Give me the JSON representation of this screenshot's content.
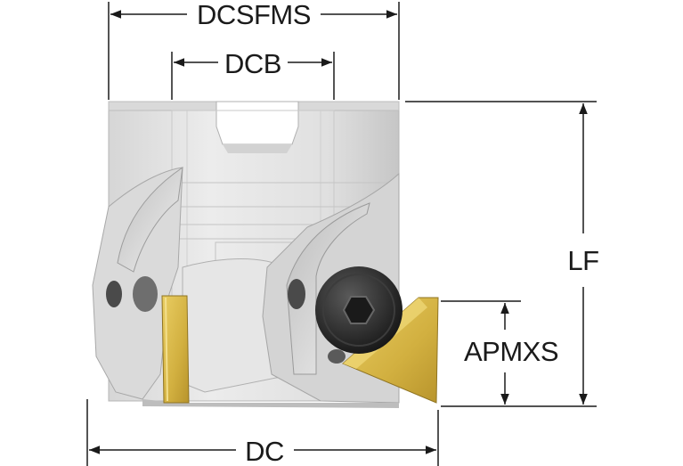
{
  "diagram": {
    "dimensions": {
      "cutting_diameter": "DC",
      "bore_diameter": "DCB",
      "face_mount_diameter": "DCSFMS",
      "functional_length": "LF",
      "max_depth_of_cut": "APMXS"
    },
    "colors": {
      "body_light": "#e7e7e7",
      "body_mid": "#cfcfcf",
      "body_dark": "#a9a9a9",
      "insert_gold": "#d8b84a",
      "screw": "#2b2b2b",
      "dimension_line": "#1a1a1a"
    }
  }
}
